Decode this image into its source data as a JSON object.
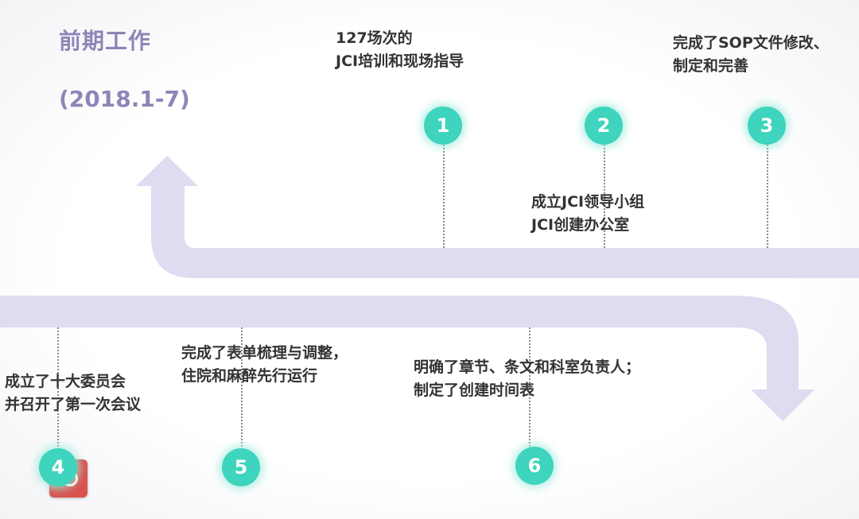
{
  "title": "前期工作",
  "subtitle": "(2018.1-7)",
  "colors": {
    "arrow": "#dedcf0",
    "title": "#8c86b8",
    "node": "#3ed4bd",
    "text": "#333333"
  },
  "milestones": [
    {
      "number": "1",
      "lines": [
        "127场次的",
        "JCI培训和现场指导"
      ]
    },
    {
      "number": "2",
      "lines": [
        "成立JCI领导小组",
        "JCI创建办公室"
      ]
    },
    {
      "number": "3",
      "lines": [
        "完成了SOP文件修改、",
        "制定和完善"
      ]
    },
    {
      "number": "4",
      "lines": [
        "成立了十大委员会",
        "并召开了第一次会议"
      ]
    },
    {
      "number": "5",
      "lines": [
        "完成了表单梳理与调整，",
        "住院和麻醉先行运行"
      ]
    },
    {
      "number": "6",
      "lines": [
        "明确了章节、条文和科室负责人；",
        "制定了创建时间表"
      ]
    }
  ],
  "icons": {
    "app": "app-icon"
  }
}
